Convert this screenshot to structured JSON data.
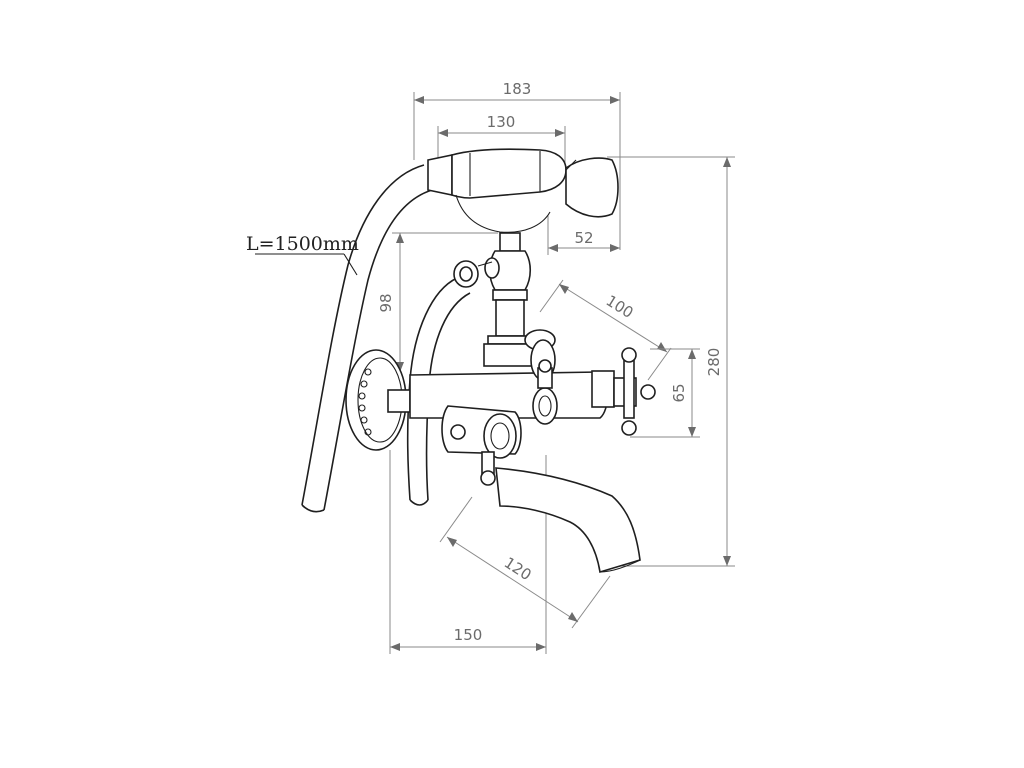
{
  "drawing": {
    "hose_length_label": "L=1500mm",
    "dimensions": {
      "overall_width": "183",
      "handset_length": "130",
      "handset_offset": "52",
      "riser_height": "98",
      "handle_reach": "100",
      "handle_height": "65",
      "overall_height": "280",
      "spout_length": "120",
      "base_width": "150"
    }
  }
}
